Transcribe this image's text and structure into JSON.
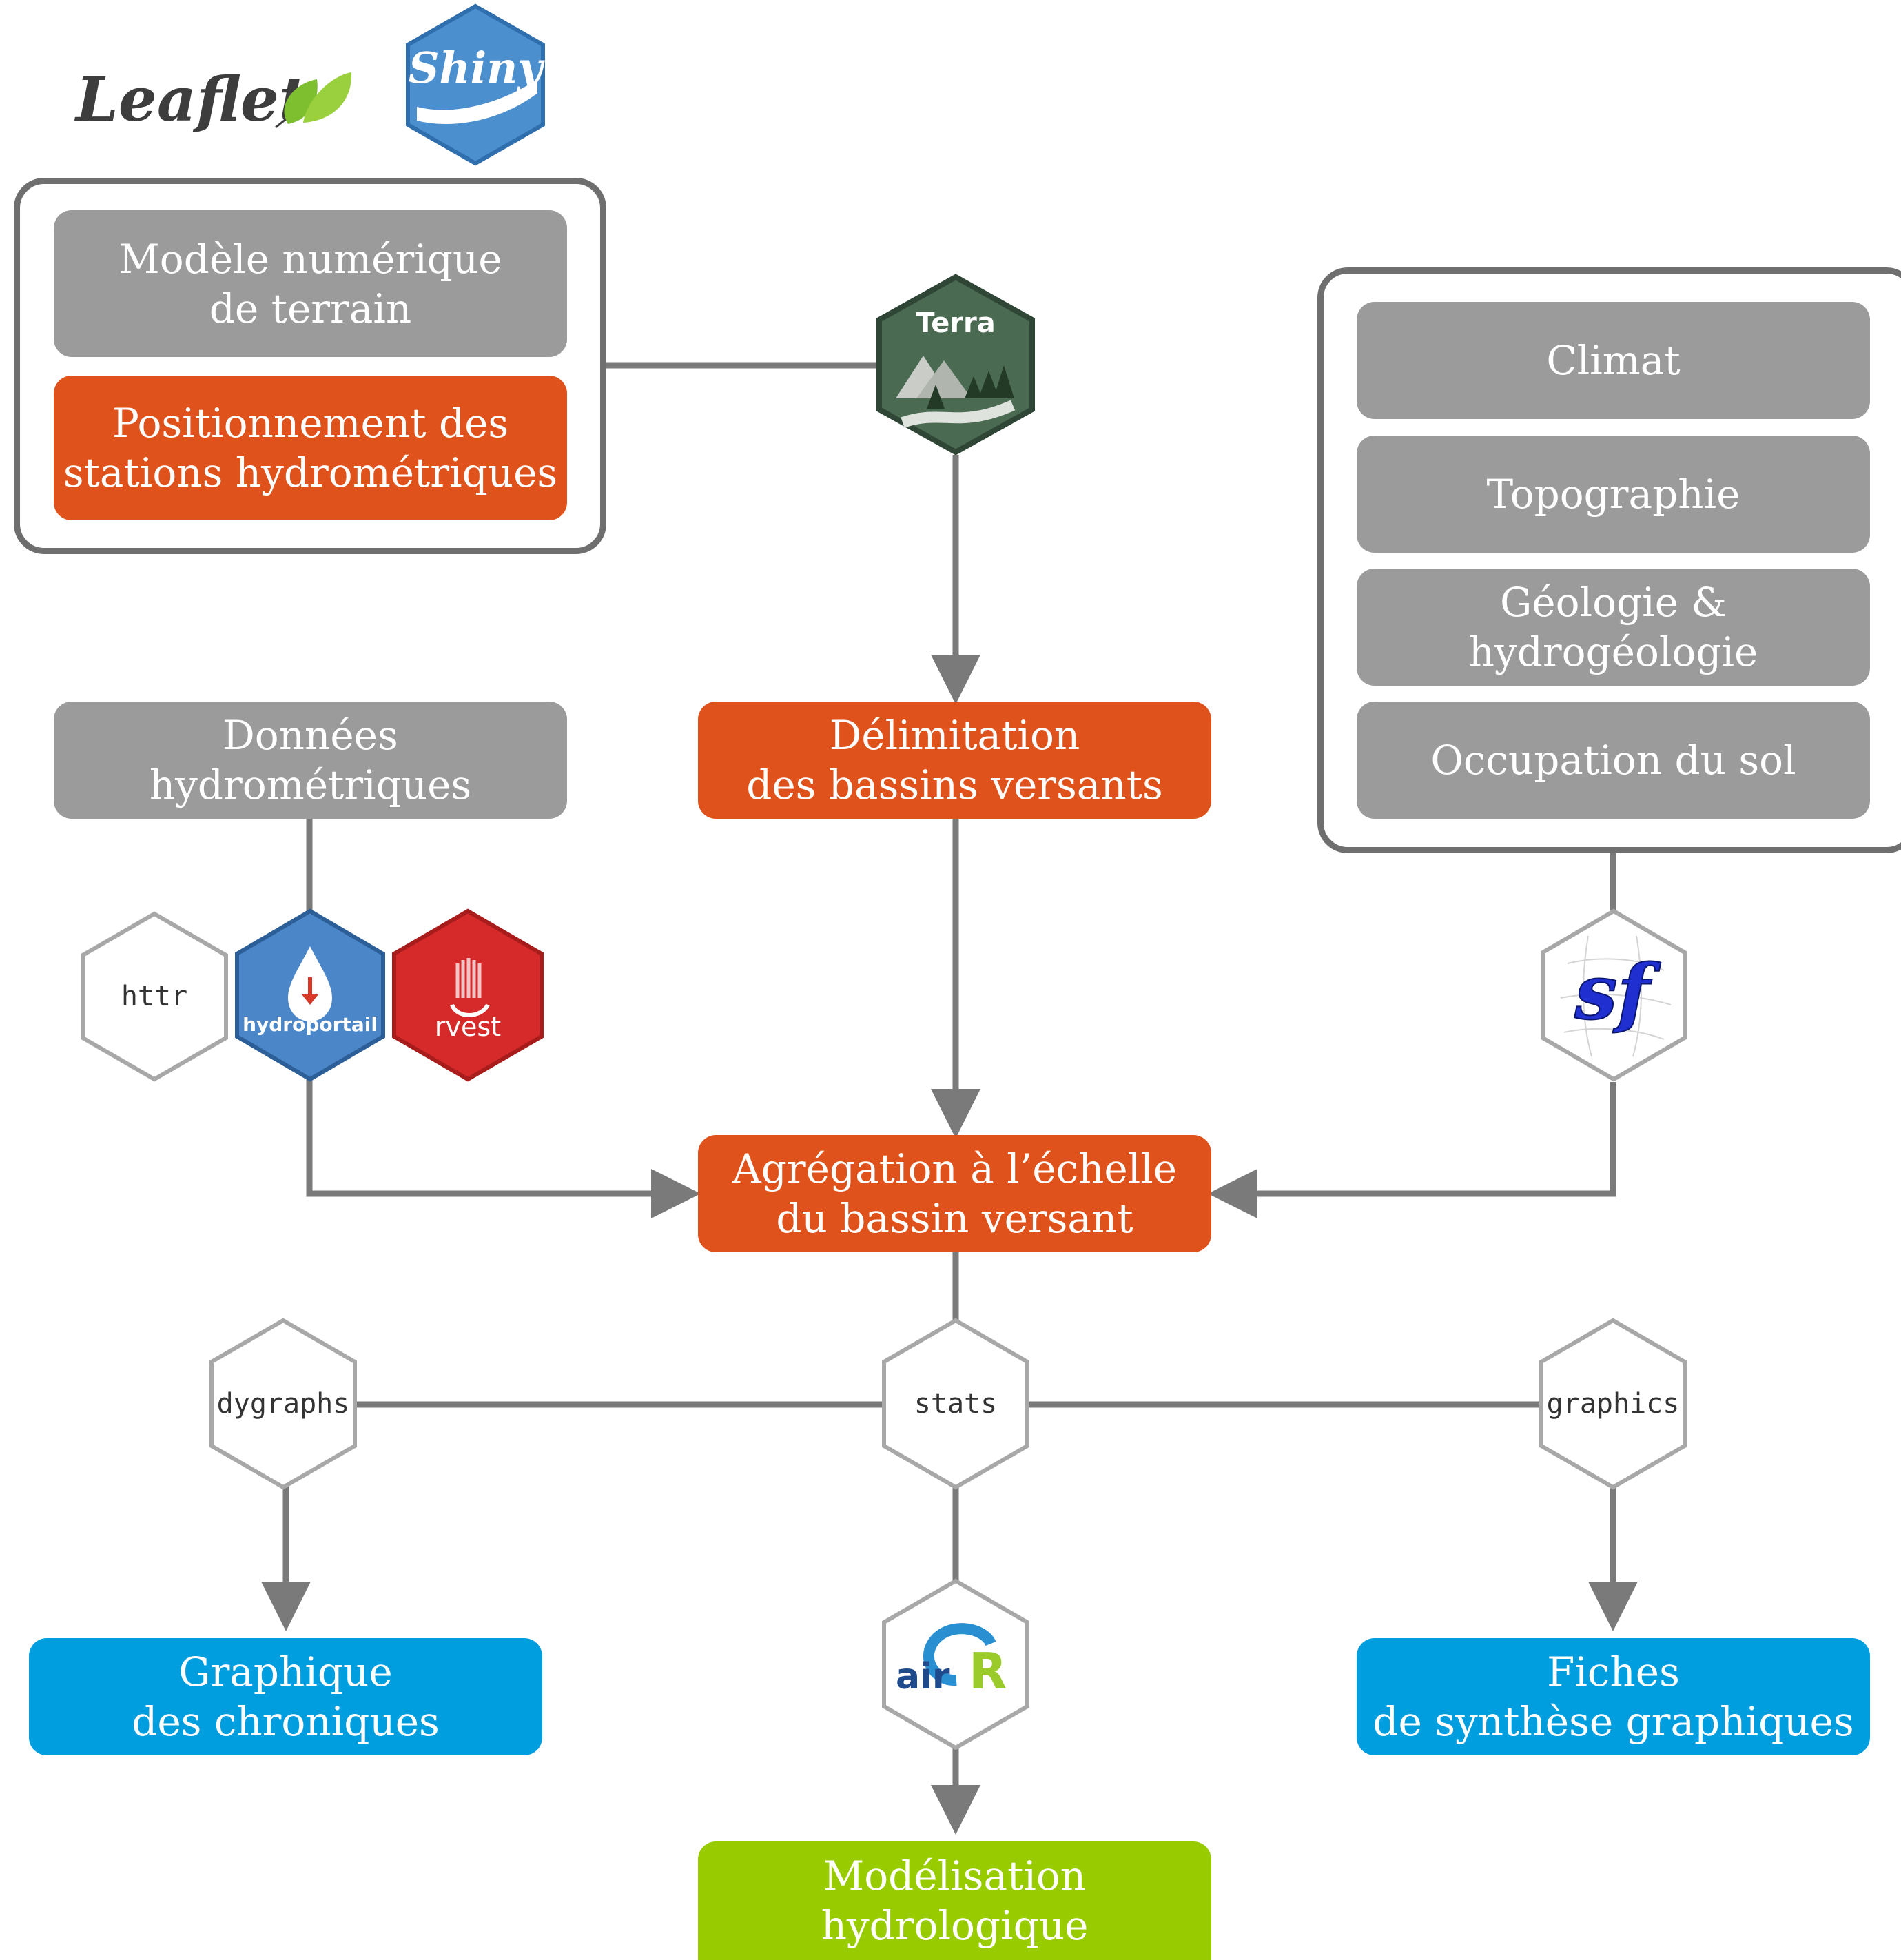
{
  "logos": {
    "leaflet": "Leaflet",
    "shiny": "Shiny",
    "terra": "Terra",
    "hydroportail": "hydroportail",
    "rvest": "rvest",
    "sf": "sf",
    "airgr_prefix": "air",
    "airgr_suffix": "R"
  },
  "packages": {
    "httr": "httr",
    "dygraphs": "dygraphs",
    "stats": "stats",
    "graphics": "graphics"
  },
  "boxes": {
    "mnt": [
      "Modèle numérique",
      "de terrain"
    ],
    "stations": [
      "Positionnement des",
      "stations hydrométriques"
    ],
    "climat": [
      "Climat"
    ],
    "topographie": [
      "Topographie"
    ],
    "geologie": [
      "Géologie &",
      "hydrogéologie"
    ],
    "occupation": [
      "Occupation du sol"
    ],
    "donnees": [
      "Données",
      "hydrométriques"
    ],
    "delimitation": [
      "Délimitation",
      "des bassins versants"
    ],
    "agregation": [
      "Agrégation à l’échelle",
      "du bassin versant"
    ],
    "graphique": [
      "Graphique",
      "des chroniques"
    ],
    "fiches": [
      "Fiches",
      "de synthèse graphiques"
    ],
    "modelisation": [
      "Modélisation",
      "hydrologique"
    ]
  },
  "colors": {
    "input_grey": "#9b9b9b",
    "process_orange": "#e0521b",
    "output_blue": "#009ddf",
    "model_green": "#99cc00",
    "connector_grey": "#7a7a7a"
  }
}
